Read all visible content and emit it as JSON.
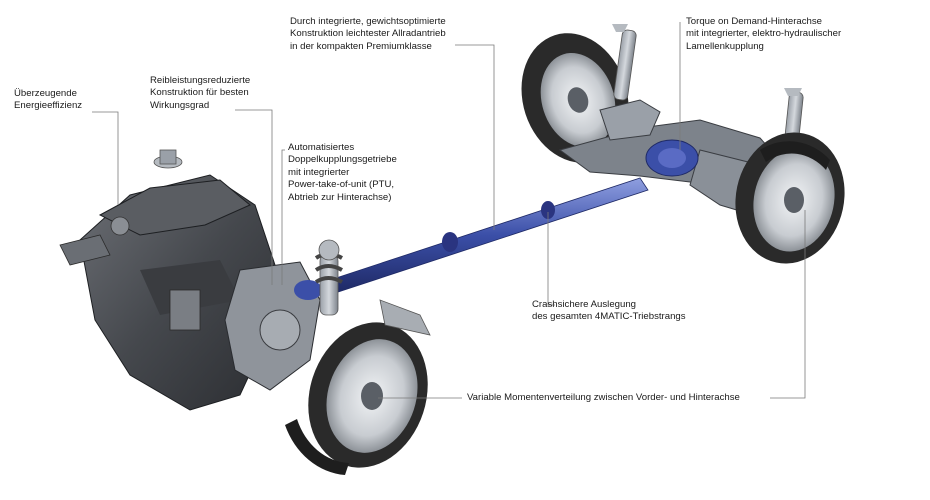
{
  "callouts": {
    "efficiency": "Überzeugende\nEnergieeffizienz",
    "friction": "Reibleistungsreduzierte\nKonstruktion für besten\nWirkungsgrad",
    "gearbox": "Automatisiertes\nDoppelkupplungsgetriebe\nmit integrierter\nPower-take-of-unit (PTU,\nAbtrieb zur Hinterachse)",
    "awd": "Durch integrierte, gewichtsoptimierte\nKonstruktion leichtester Allradantrieb\nin der kompakten Premiumklasse",
    "torque": "Torque on Demand-Hinterachse\nmit integrierter, elektro-hydraulischer\nLamellenkupplung",
    "crash": "Crashsichere Auslegung\ndes gesamten 4MATIC-Triebstrangs",
    "variable": "Variable Momentenverteilung zwischen Vorder- und Hinterachse"
  },
  "colors": {
    "background": "#ffffff",
    "text": "#1a1a1a",
    "leader_line": "#7a7a7a",
    "shaft_blue": "#3b4fa8",
    "engine_gray": "#4a4d52",
    "tire_dark": "#2a2a2a",
    "rim_silver": "#c8ccd1"
  }
}
